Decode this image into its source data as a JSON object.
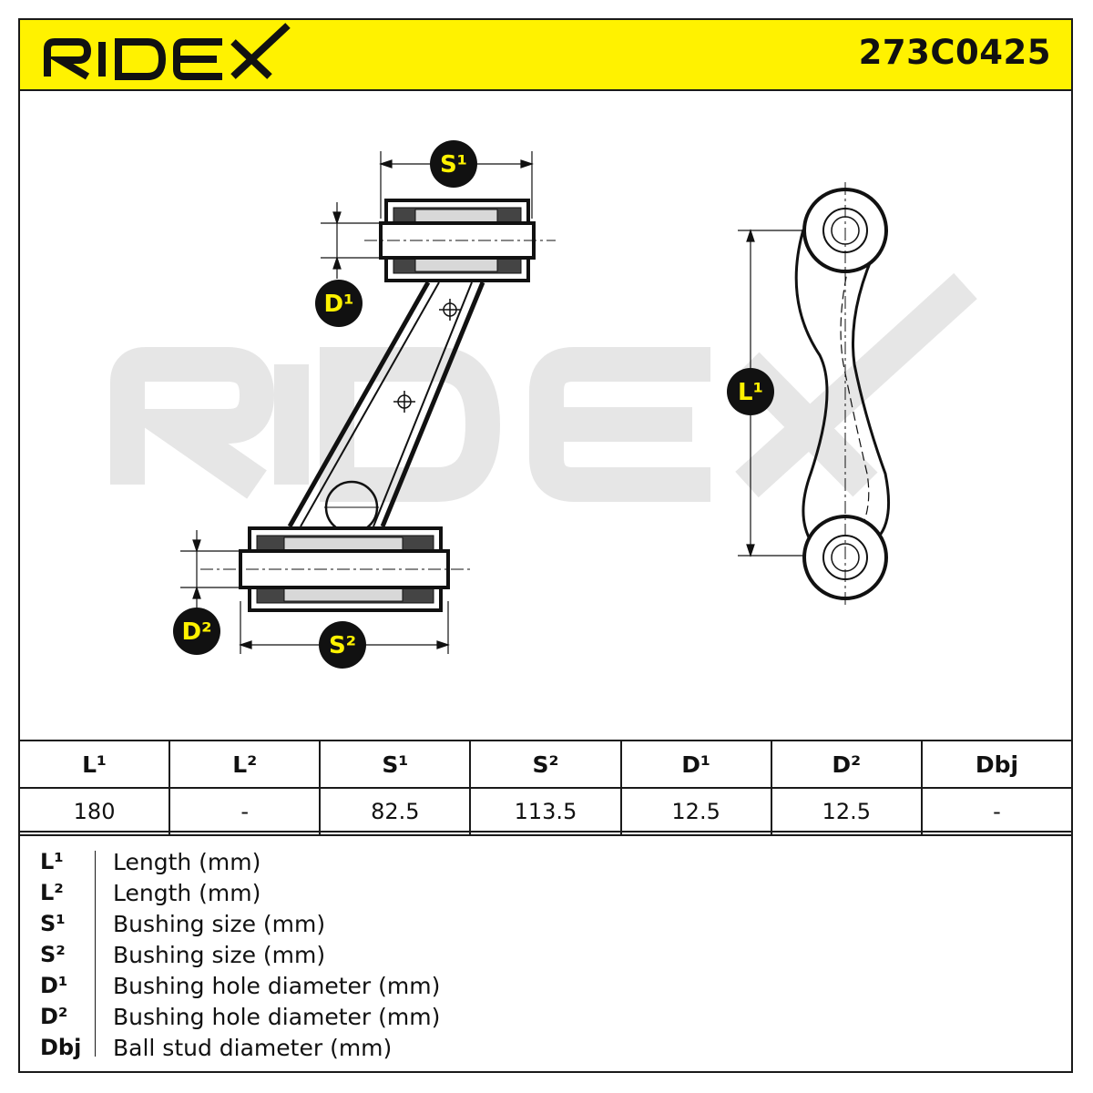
{
  "header": {
    "brand": "RIDEX",
    "part_number": "273C0425"
  },
  "colors": {
    "header_bg": "#fff200",
    "label_fill": "#fff200",
    "label_bg": "#111111",
    "watermark": "#e6e6e6"
  },
  "drawing": {
    "watermark": "RIDEX",
    "labels": {
      "s1": "S¹",
      "s2": "S²",
      "d1": "D¹",
      "d2": "D²",
      "l1": "L¹"
    }
  },
  "table": {
    "headers": [
      "L¹",
      "L²",
      "S¹",
      "S²",
      "D¹",
      "D²",
      "Dbj"
    ],
    "values": [
      "180",
      "-",
      "82.5",
      "113.5",
      "12.5",
      "12.5",
      "-"
    ]
  },
  "legend": [
    {
      "code": "L¹",
      "desc": "Length (mm)"
    },
    {
      "code": "L²",
      "desc": "Length (mm)"
    },
    {
      "code": "S¹",
      "desc": "Bushing size (mm)"
    },
    {
      "code": "S²",
      "desc": "Bushing size (mm)"
    },
    {
      "code": "D¹",
      "desc": "Bushing hole diameter (mm)"
    },
    {
      "code": "D²",
      "desc": "Bushing hole diameter (mm)"
    },
    {
      "code": "Dbj",
      "desc": "Ball stud diameter (mm)"
    }
  ]
}
